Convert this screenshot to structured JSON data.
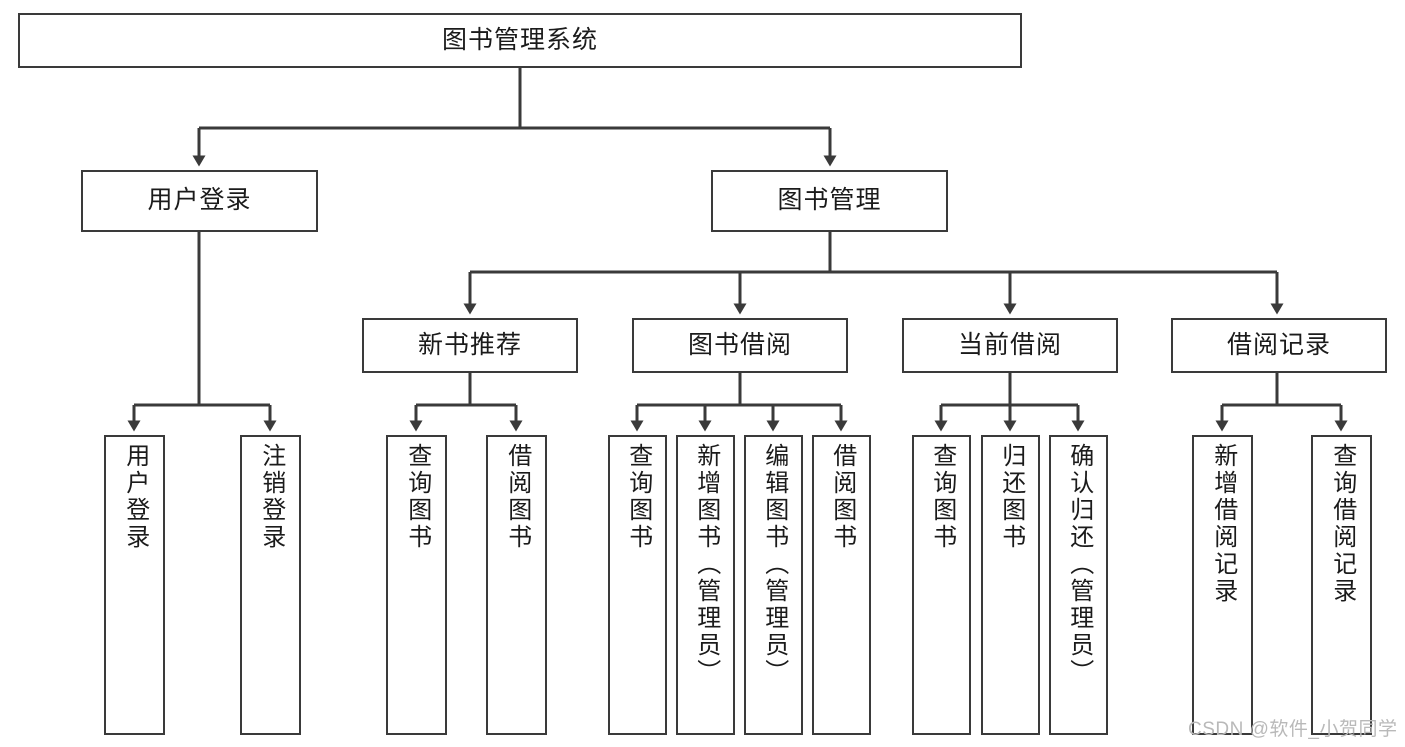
{
  "diagram": {
    "title": "图书管理系统",
    "type": "hierarchy-tree",
    "root": {
      "id": "root",
      "label": "图书管理系统"
    },
    "level2": [
      {
        "id": "user-login",
        "label": "用户登录"
      },
      {
        "id": "book-manage",
        "label": "图书管理"
      }
    ],
    "level3": [
      {
        "id": "new-book-recommend",
        "label": "新书推荐",
        "parent": "book-manage"
      },
      {
        "id": "book-borrow",
        "label": "图书借阅",
        "parent": "book-manage"
      },
      {
        "id": "current-borrow",
        "label": "当前借阅",
        "parent": "book-manage"
      },
      {
        "id": "borrow-record",
        "label": "借阅记录",
        "parent": "book-manage"
      }
    ],
    "leaves": [
      {
        "id": "leaf-user-login",
        "label": "用户登录",
        "parent": "user-login"
      },
      {
        "id": "leaf-logout",
        "label": "注销登录",
        "parent": "user-login"
      },
      {
        "id": "leaf-query-book-1",
        "label": "查询图书",
        "parent": "new-book-recommend"
      },
      {
        "id": "leaf-borrow-book-1",
        "label": "借阅图书",
        "parent": "new-book-recommend"
      },
      {
        "id": "leaf-query-book-2",
        "label": "查询图书",
        "parent": "book-borrow"
      },
      {
        "id": "leaf-add-book",
        "label": "新增图书（管理员）",
        "parent": "book-borrow"
      },
      {
        "id": "leaf-edit-book",
        "label": "编辑图书（管理员）",
        "parent": "book-borrow"
      },
      {
        "id": "leaf-borrow-book-2",
        "label": "借阅图书",
        "parent": "book-borrow"
      },
      {
        "id": "leaf-query-book-3",
        "label": "查询图书",
        "parent": "current-borrow"
      },
      {
        "id": "leaf-return-book",
        "label": "归还图书",
        "parent": "current-borrow"
      },
      {
        "id": "leaf-confirm-return",
        "label": "确认归还（管理员）",
        "parent": "current-borrow"
      },
      {
        "id": "leaf-add-record",
        "label": "新增借阅记录",
        "parent": "borrow-record"
      },
      {
        "id": "leaf-query-record",
        "label": "查询借阅记录",
        "parent": "borrow-record"
      }
    ],
    "colors": {
      "stroke": "#3a3a3a",
      "fill": "#ffffff",
      "text": "#1b1b1b",
      "watermark": "#b9b9b9"
    }
  },
  "watermark": {
    "text": "CSDN @软件_小贺同学"
  }
}
